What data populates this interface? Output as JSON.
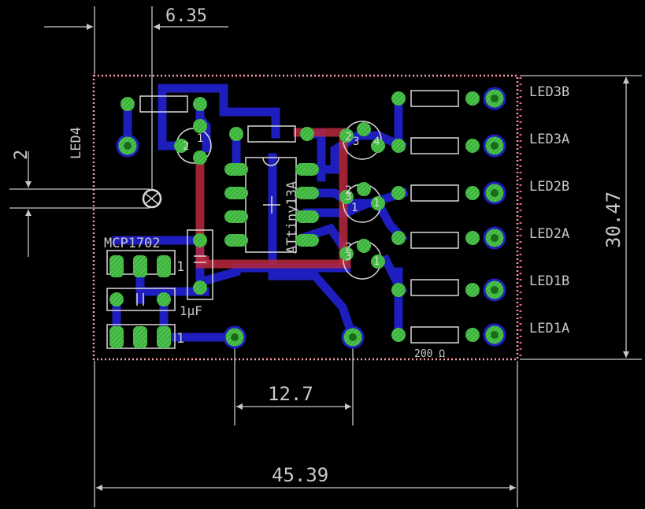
{
  "dimensions": {
    "top_width": "6.35",
    "left_height": "2",
    "header_spacing": "12.7",
    "board_width": "45.39",
    "board_height": "30.47"
  },
  "labels": {
    "led4": "LED4",
    "led3b": "LED3B",
    "led3a": "LED3A",
    "led2b": "LED2B",
    "led2a": "LED2A",
    "led1b": "LED1B",
    "led1a": "LED1A",
    "mcp": "MCP1702",
    "chip": "ATtiny13A",
    "cap": "1μF",
    "resistor": "200 Ω",
    "pin1_top": "1",
    "pin1_bottom": "1",
    "pin_a": "2",
    "pin_b": "4",
    "pin_c": "3",
    "pin_d": "1",
    "pin_e": "2",
    "pin_f": "1",
    "pin_g": "3",
    "pin_h": "2",
    "pin_i": "1",
    "pin_j": "3",
    "pin_k": "2",
    "pin_l": "1"
  },
  "colors": {
    "background": "#000000",
    "outline": "#ff9aa8",
    "dimension": "#c8c8c8",
    "bottom_trace": "#1e1ebe",
    "top_trace": "#b8283c",
    "pad": "#3cb43c",
    "silk": "#d8d8d8"
  }
}
